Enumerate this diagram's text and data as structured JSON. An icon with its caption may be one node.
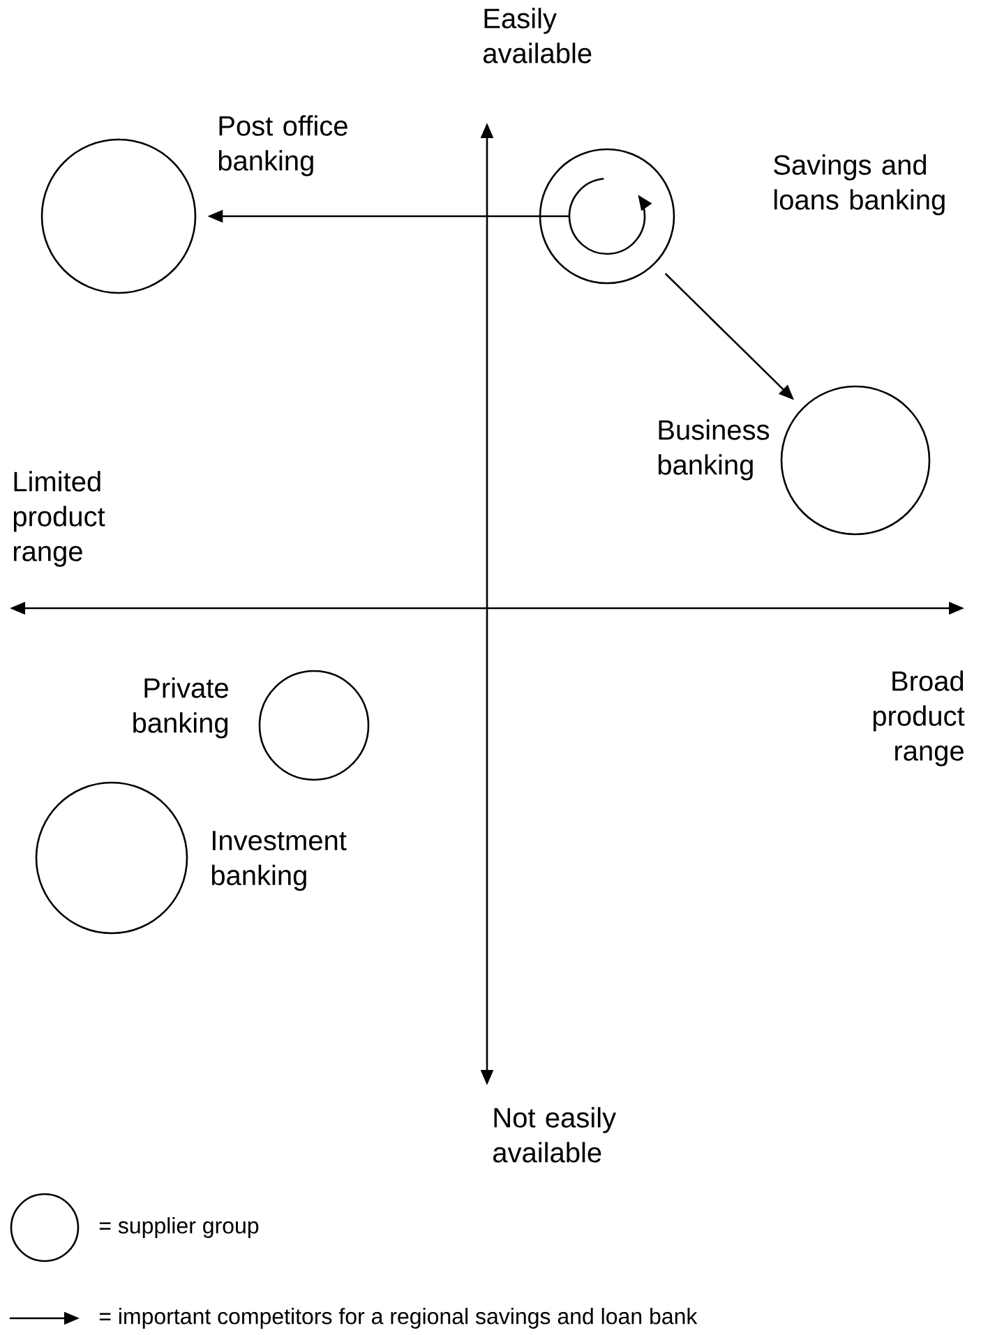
{
  "diagram": {
    "nodes": [
      {
        "text": [
          "Post office banking"
        ]
      },
      {
        "text": [
          "Savings and loans banking"
        ]
      },
      {
        "text": [
          "Business banking"
        ]
      },
      {
        "text": [
          "Private banking"
        ]
      },
      {
        "text": [
          "Investment banking"
        ]
      }
    ],
    "edges": [
      {
        "from": 1,
        "to": 1,
        "arrow": "to"
      },
      {
        "from": 1,
        "to": 0,
        "arrow": "to"
      },
      {
        "from": 1,
        "to": 2,
        "arrow": "to"
      }
    ],
    "labels": [
      "Easily available",
      "Limited product range",
      "Broad product range",
      "Not easily available"
    ],
    "legend": [
      {
        "text": "= supplier group"
      },
      {
        "text": "= important competitors for a regional savings and loan bank"
      }
    ]
  }
}
